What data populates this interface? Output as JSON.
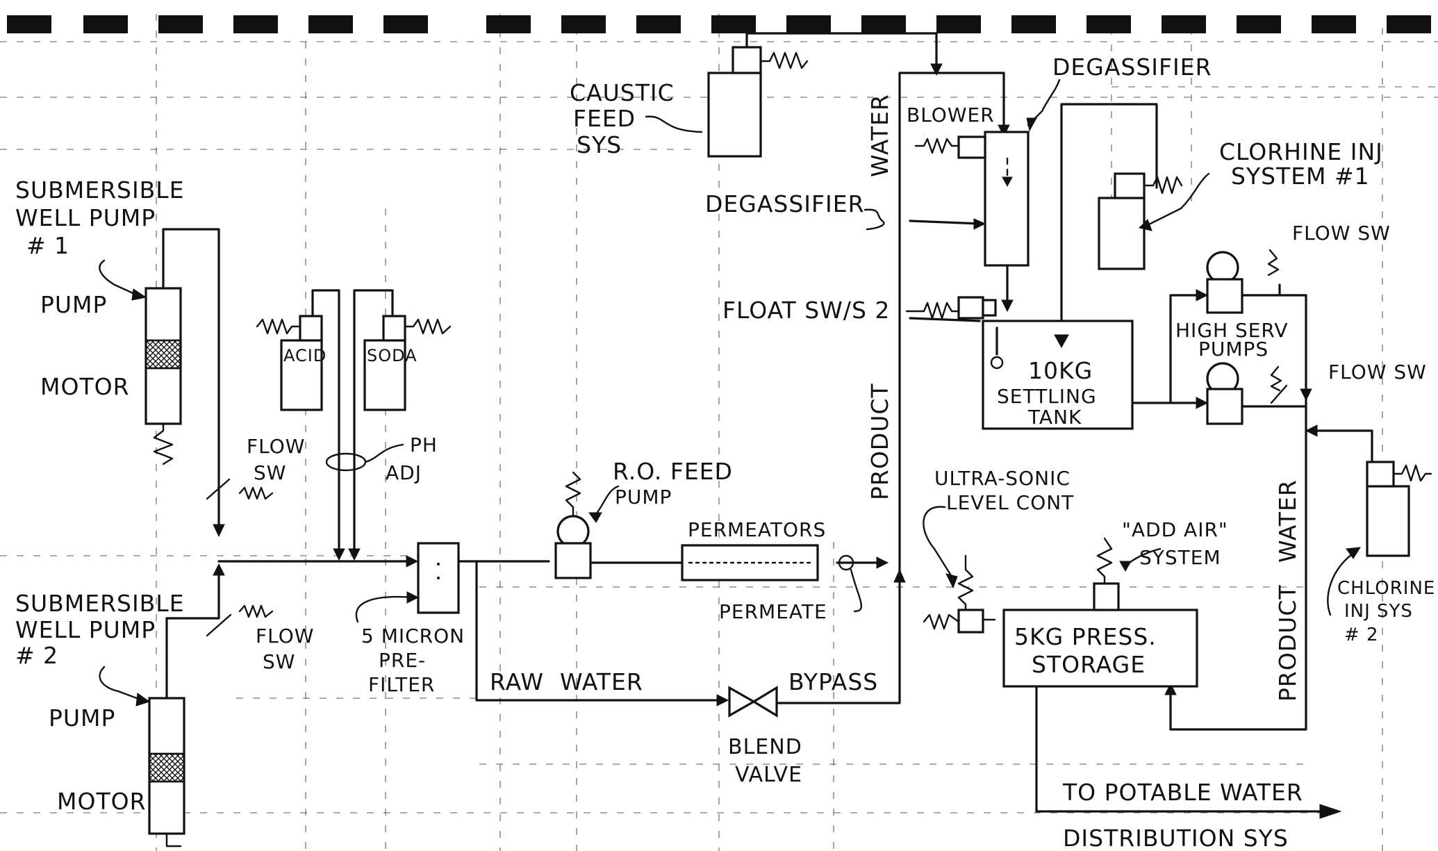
{
  "labels": {
    "caustic_feed_1": "CAUSTIC",
    "caustic_feed_2": "FEED",
    "caustic_feed_3": "SYS",
    "degassifier_top": "DEGASSIFIER",
    "blower": "BLOWER",
    "degassifier_left": "DEGASSIFIER",
    "clorhine_1": "CLORHINE INJ",
    "clorhine_2": "SYSTEM #1",
    "flow_sw_upper": "FLOW SW",
    "float_sws": "FLOAT SW/S 2",
    "high_serv_1": "HIGH SERV",
    "high_serv_2": "PUMPS",
    "flow_sw_right": "FLOW SW",
    "tank_10kg_1": "10KG",
    "tank_10kg_2": "SETTLING",
    "tank_10kg_3": "TANK",
    "product_water_left_1": "PRODUCT",
    "product_water_left_2": "WATER",
    "product_water_right_1": "PRODUCT",
    "product_water_right_2": "WATER",
    "sub_pump1_1": "SUBMERSIBLE",
    "sub_pump1_2": "WELL PUMP",
    "sub_pump1_3": "# 1",
    "pump1": "PUMP",
    "motor1": "MOTOR",
    "acid": "ACID",
    "soda": "SODA",
    "flow_sw_1a": "FLOW",
    "flow_sw_1b": "SW",
    "ph_adj_1": "PH",
    "ph_adj_2": "ADJ",
    "ro_feed_1": "R.O. FEED",
    "ro_feed_2": "PUMP",
    "permeators": "PERMEATORS",
    "permeate": "PERMEATE",
    "ultra_sonic_1": "ULTRA-SONIC",
    "ultra_sonic_2": "LEVEL CONT",
    "add_air_1": "\"ADD AIR\"",
    "add_air_2": "SYSTEM",
    "storage_1": "5KG PRESS.",
    "storage_2": "STORAGE",
    "chlorine_2_1": "CHLORINE",
    "chlorine_2_2": "INJ SYS",
    "chlorine_2_3": "# 2",
    "sub_pump2_1": "SUBMERSIBLE",
    "sub_pump2_2": "WELL PUMP",
    "sub_pump2_3": "# 2",
    "flow_sw_2a": "FLOW",
    "flow_sw_2b": "SW",
    "prefilter_1": "5 MICRON",
    "prefilter_2": "PRE-",
    "prefilter_3": "FILTER",
    "raw_water": "RAW  WATER",
    "bypass": "BYPASS",
    "blend_1": "BLEND",
    "blend_2": "VALVE",
    "pump2": "PUMP",
    "motor2": "MOTOR",
    "to_potable_1": "TO POTABLE WATER",
    "to_potable_2": "DISTRIBUTION SYS"
  }
}
